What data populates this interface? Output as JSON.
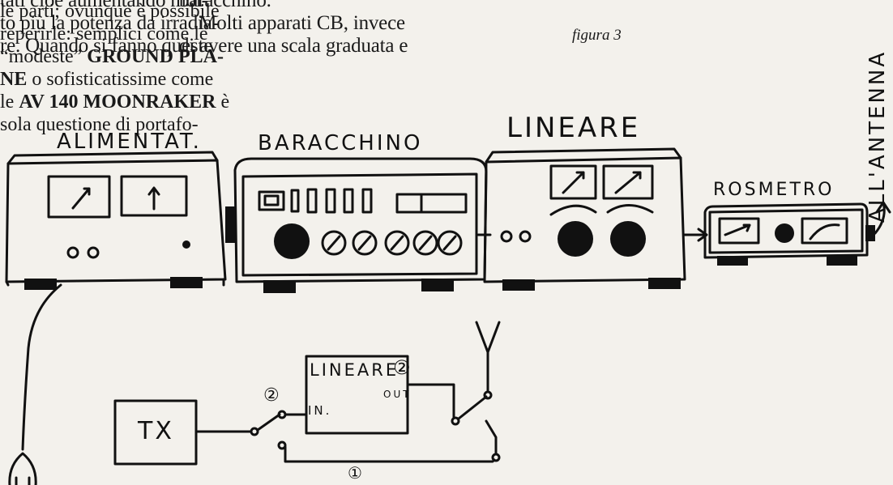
{
  "text": {
    "col1": "tati cioè aumentando mol-\nto più la potenza da irradia-\nre. Quando si fanno queste",
    "col2": "baracchino.\n    Molti apparati CB, invece\ndi avere una scala graduata e",
    "fig_label": "figura 3",
    "col3_line1": "le parti; ovunque è possibile",
    "col3_line2": "reperirle: semplici come le",
    "col3_line3a": "“modeste” ",
    "col3_line3b": "GROUND PLA-",
    "col3_line4a": "NE",
    "col3_line4b": " o sofisticatissime come",
    "col3_line5a": "le ",
    "col3_line5b": "AV 140 MOONRAKER",
    "col3_line5c": " è",
    "col3_line6": "sola questione di portafo-"
  },
  "drawing": {
    "alimentatore": "ALIMENTAT.",
    "baracchino": "BARACCHINO",
    "lineare_top": "LINEARE",
    "rosmetro": "ROSMETRO",
    "all_antenna": "ALL'ANTENNA",
    "tx": "TX",
    "lineare_box": "LINEARE",
    "in_label": "IN.",
    "out_label": "OUT",
    "num_2a": "②",
    "num_2b": "②",
    "num_1": "①"
  }
}
